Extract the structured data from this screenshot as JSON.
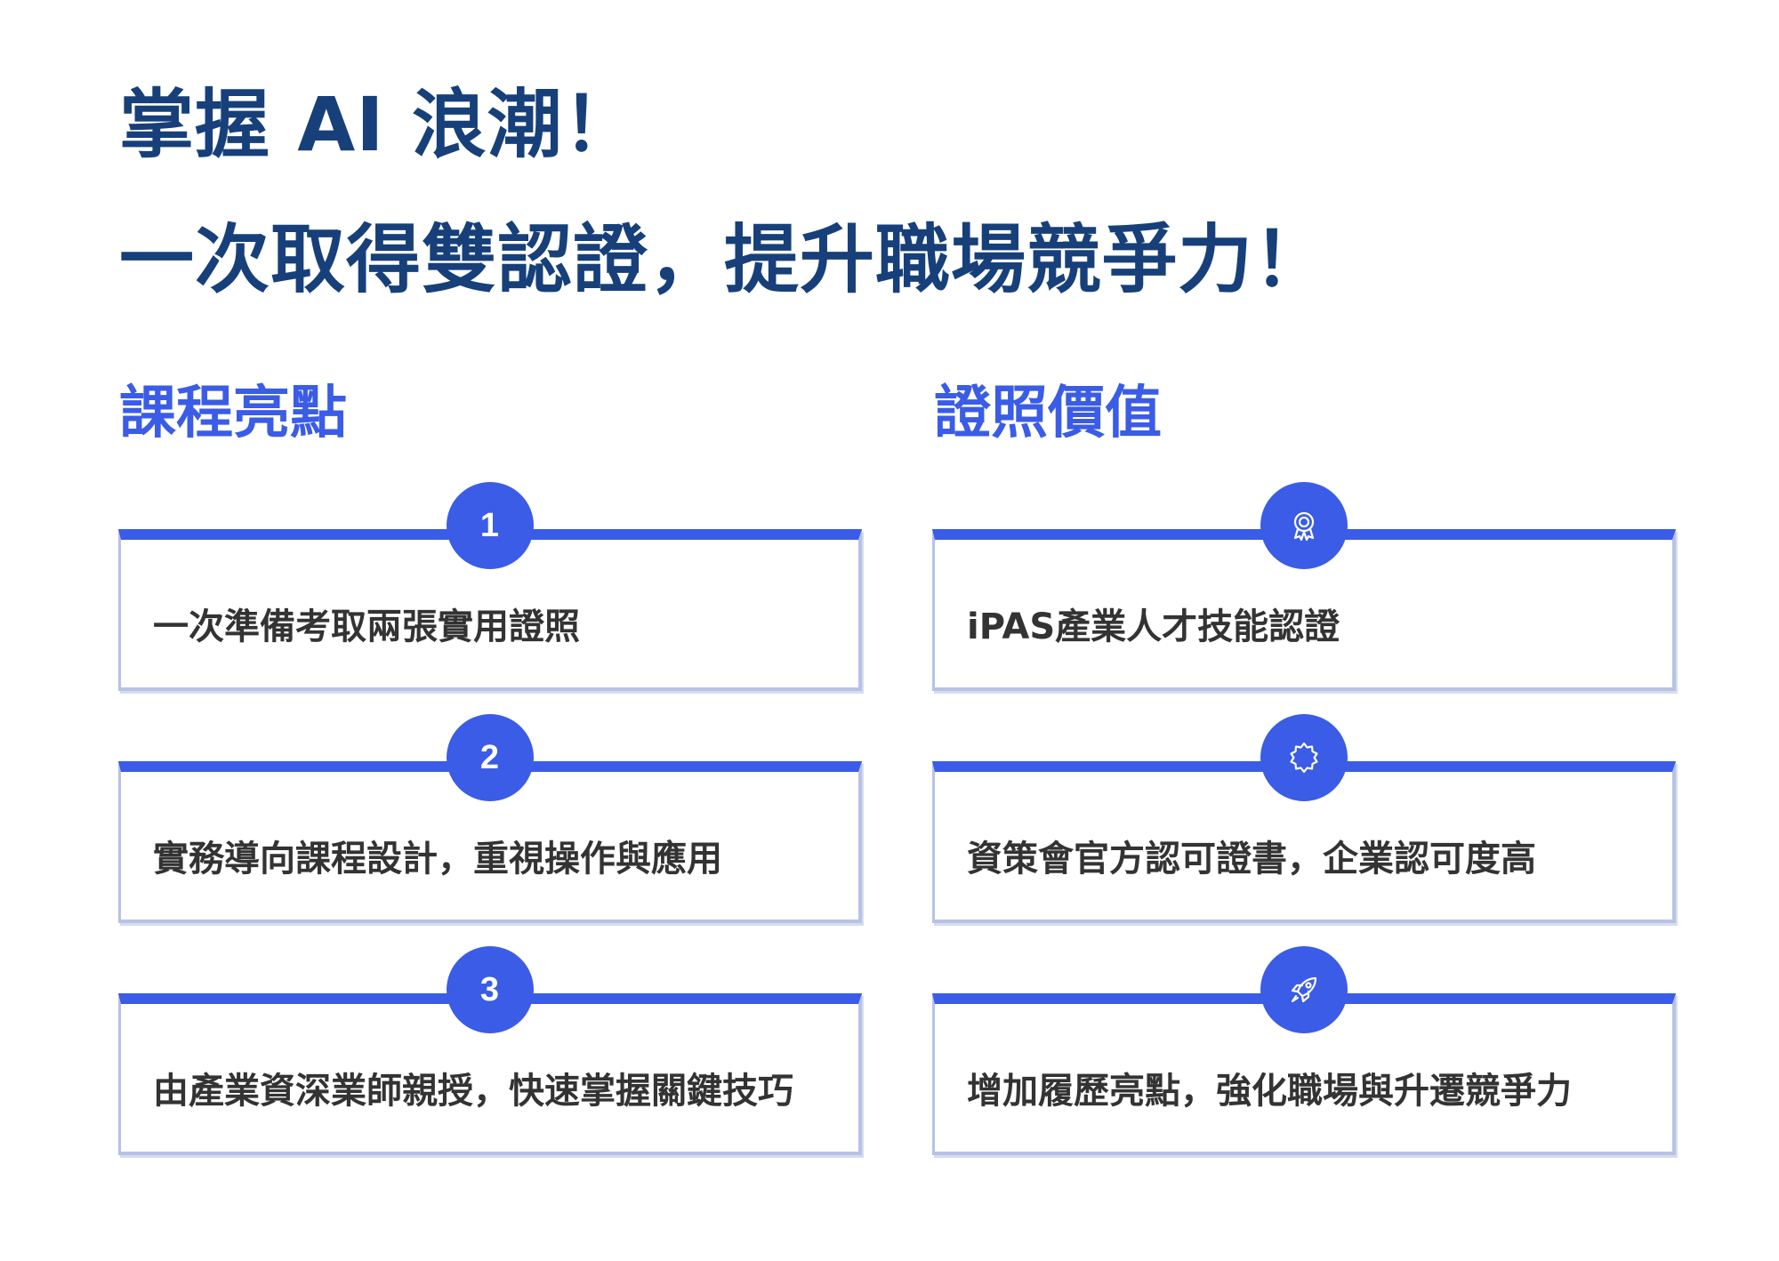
{
  "headline": {
    "line1": "掌握 AI 浪潮！",
    "line2": "一次取得雙認證，提升職場競爭力！"
  },
  "course_highlights": {
    "title": "課程亮點",
    "items": [
      {
        "number": "1",
        "text": "一次準備考取兩張實用證照"
      },
      {
        "number": "2",
        "text": "實務導向課程設計，重視操作與應用"
      },
      {
        "number": "3",
        "text": "由產業資深業師親授，快速掌握關鍵技巧"
      }
    ]
  },
  "certificate_value": {
    "title": "證照價值",
    "items": [
      {
        "icon": "award-icon",
        "text": "iPAS產業人才技能認證"
      },
      {
        "icon": "badge-seal-icon",
        "text": "資策會官方認可證書，企業認可度高"
      },
      {
        "icon": "rocket-icon",
        "text": "增加履歷亮點，強化職場與升遷競爭力"
      }
    ]
  },
  "colors": {
    "headline": "#17407a",
    "accent": "#3a5ce6",
    "card_border": "#b7c2e4",
    "body_text": "#333333"
  }
}
